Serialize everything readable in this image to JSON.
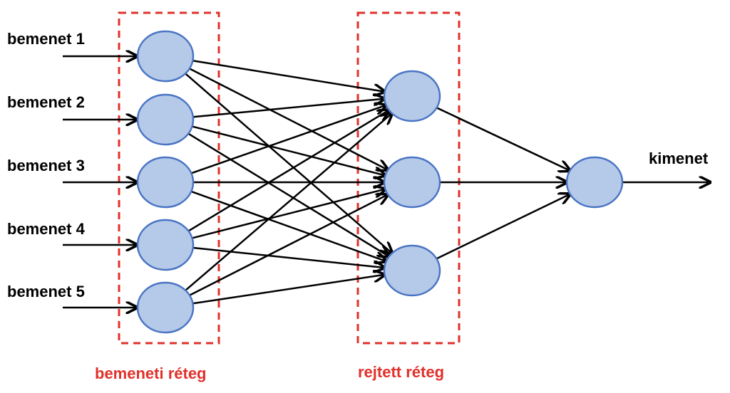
{
  "inputs": {
    "labels": [
      "bemenet 1",
      "bemenet 2",
      "bemenet 3",
      "bemenet 4",
      "bemenet 5"
    ]
  },
  "output": {
    "label": "kimenet"
  },
  "layers": {
    "input_layer_label": "bemeneti réteg",
    "hidden_layer_label": "rejtett réteg"
  },
  "network": {
    "input_nodes": 5,
    "hidden_nodes": 3,
    "output_nodes": 1,
    "fully_connected": true
  },
  "colors": {
    "node_fill": "#b5c9e8",
    "node_stroke": "#4a74c4",
    "layer_box": "#e0312b",
    "edge": "#000000"
  }
}
